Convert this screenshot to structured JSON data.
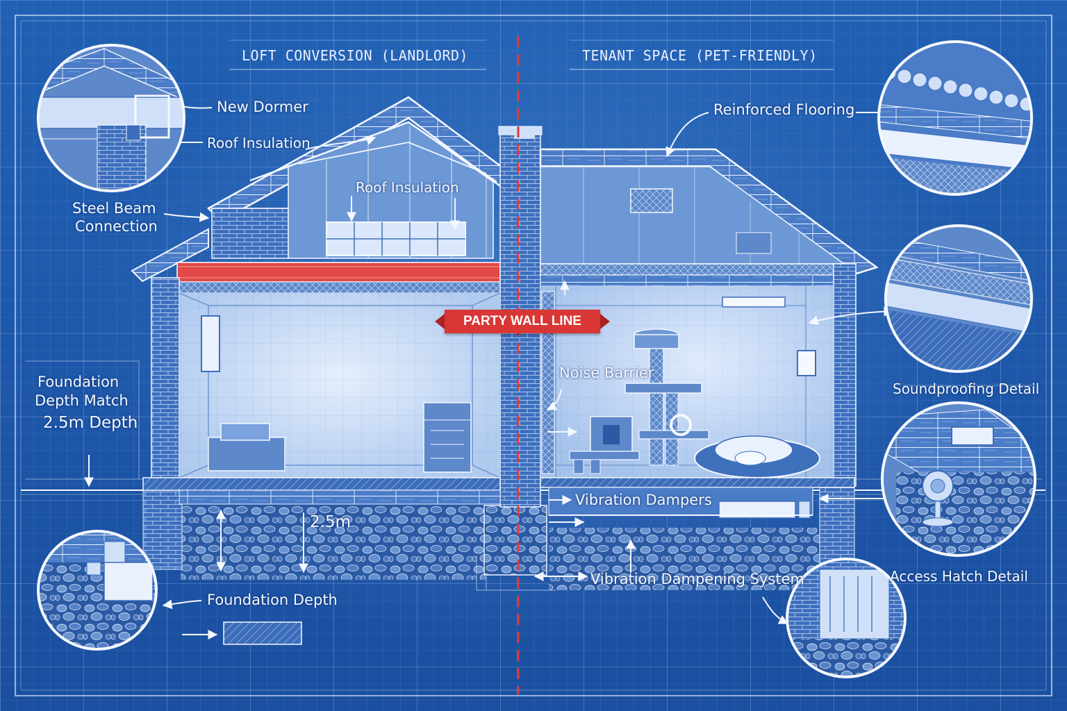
{
  "headers": {
    "left": "LOFT CONVERSION (LANDLORD)",
    "right": "TENANT SPACE (PET-FRIENDLY)"
  },
  "party_wall": {
    "label": "PARTY WALL LINE",
    "color": "#d93636"
  },
  "callouts": {
    "new_dormer": "New Dormer",
    "roof_insulation_outer": "Roof Insulation",
    "roof_insulation_inner": "Roof Insulation",
    "steel_beam_line1": "Steel Beam",
    "steel_beam_line2": "Connection",
    "foundation_match_line1": "Foundation",
    "foundation_match_line2": "Depth Match",
    "foundation_match_line3": "2.5m Depth",
    "depth_dimension": "2.5m",
    "foundation_depth": "Foundation Depth",
    "reinforced_flooring": "Reinforced Flooring",
    "noise_barrier": "Noise Barrier",
    "vibration_dampers": "Vibration Dampers",
    "vibration_system": "Vibration Dampening System",
    "soundproofing_detail": "Soundproofing Detail",
    "access_hatch_detail": "Access Hatch Detail"
  },
  "colors": {
    "paper": "#1f55a8",
    "line": "#e9f1ff",
    "grid": "#5f8fd0",
    "accent": "#d93636"
  },
  "icons": [
    "cat-tree-icon",
    "sleeping-dog-icon",
    "window-icon",
    "vent-icon"
  ]
}
